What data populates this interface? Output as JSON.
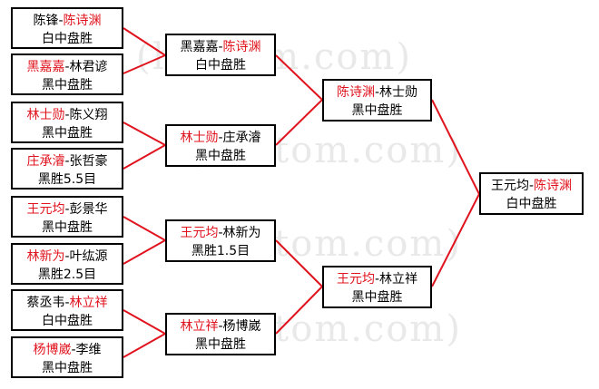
{
  "watermark": "(hoetom.com)",
  "line_color": "#e0141e",
  "winner_color": "#e0141e",
  "round1": [
    {
      "a": "陈锋",
      "b": "陈诗渊",
      "winner": "b",
      "result": "白中盘胜"
    },
    {
      "a": "黑嘉嘉",
      "b": "林君谚",
      "winner": "a",
      "result": "黑中盘胜"
    },
    {
      "a": "林士勋",
      "b": "陈义翔",
      "winner": "a",
      "result": "黑中盘胜"
    },
    {
      "a": "庄承濬",
      "b": "张哲豪",
      "winner": "a",
      "result": "黑胜5.5目"
    },
    {
      "a": "王元均",
      "b": "彭景华",
      "winner": "a",
      "result": "黑中盘胜"
    },
    {
      "a": "林新为",
      "b": "叶纮源",
      "winner": "a",
      "result": "黑胜2.5目"
    },
    {
      "a": "蔡丞韦",
      "b": "林立祥",
      "winner": "b",
      "result": "白中盘胜"
    },
    {
      "a": "杨博崴",
      "b": "李维",
      "winner": "a",
      "result": "黑中盘胜"
    }
  ],
  "round2": [
    {
      "a": "黑嘉嘉",
      "b": "陈诗渊",
      "winner": "b",
      "result": "白中盘胜"
    },
    {
      "a": "林士勋",
      "b": "庄承濬",
      "winner": "a",
      "result": "黑中盘胜"
    },
    {
      "a": "王元均",
      "b": "林新为",
      "winner": "a",
      "result": "黑胜1.5目"
    },
    {
      "a": "林立祥",
      "b": "杨博崴",
      "winner": "a",
      "result": "黑中盘胜"
    }
  ],
  "round3": [
    {
      "a": "陈诗渊",
      "b": "林士勋",
      "winner": "a",
      "result": "黑中盘胜"
    },
    {
      "a": "王元均",
      "b": "林立祥",
      "winner": "a",
      "result": "黑中盘胜"
    }
  ],
  "final": {
    "a": "王元均",
    "b": "陈诗渊",
    "winner": "b",
    "result": "白中盘胜"
  },
  "separator": "-"
}
